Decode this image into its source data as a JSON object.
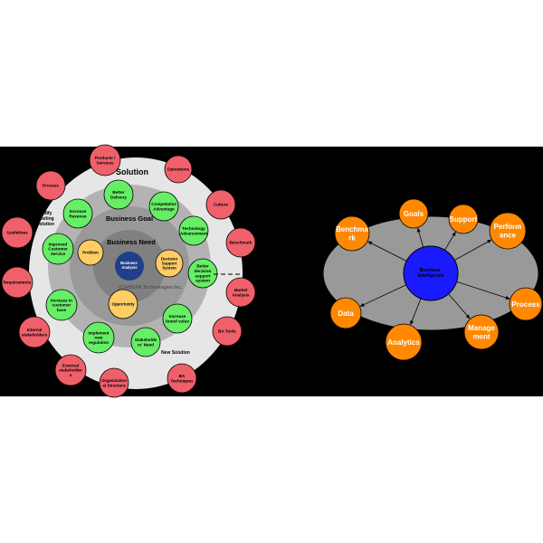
{
  "left": {
    "ring_titles": {
      "solution": "Solution",
      "business_goal": "Business Goal",
      "business_need": "Business Need",
      "new_solution": "New Solution",
      "modify": [
        "Modify",
        "Exisiting",
        "Solution"
      ]
    },
    "core": [
      "Business",
      "Analysis"
    ],
    "watermark": "(C)ANSAN Technologies Inc.",
    "inner_nodes": [
      {
        "lines": [
          "Problem"
        ]
      },
      {
        "lines": [
          "Decision",
          "Support",
          "System"
        ]
      },
      {
        "lines": [
          "Opportunity"
        ]
      }
    ],
    "green_nodes": [
      {
        "lines": [
          "Better",
          "Delivery"
        ]
      },
      {
        "lines": [
          "Competative",
          "Advantage"
        ]
      },
      {
        "lines": [
          "Technology",
          "Advancement"
        ]
      },
      {
        "lines": [
          "Better",
          "decision",
          "support",
          "system"
        ]
      },
      {
        "lines": [
          "Increase",
          "brand value"
        ]
      },
      {
        "lines": [
          "Stakeholde",
          "rs' Need"
        ]
      },
      {
        "lines": [
          "Implement",
          "new",
          "regulation"
        ]
      },
      {
        "lines": [
          "Increase in",
          "customer",
          "base"
        ]
      },
      {
        "lines": [
          "Improved",
          "Customer",
          "Service"
        ]
      },
      {
        "lines": [
          "Increase",
          "Revenue"
        ]
      }
    ],
    "red_nodes": [
      {
        "lines": [
          "Products /",
          "Services"
        ]
      },
      {
        "lines": [
          "Operations"
        ]
      },
      {
        "lines": [
          "Culture"
        ]
      },
      {
        "lines": [
          "Benchmark"
        ]
      },
      {
        "lines": [
          "Market",
          "Analysis"
        ]
      },
      {
        "lines": [
          "BA Tools"
        ]
      },
      {
        "lines": [
          "BA",
          "Techniques"
        ]
      },
      {
        "lines": [
          "Organization",
          "al Structure"
        ]
      },
      {
        "lines": [
          "External",
          "stakeholder",
          "s"
        ]
      },
      {
        "lines": [
          "Internal",
          "stakeholders"
        ]
      },
      {
        "lines": [
          "Requirements"
        ]
      },
      {
        "lines": [
          "Guidelines"
        ]
      },
      {
        "lines": [
          "Process"
        ]
      }
    ]
  },
  "right": {
    "center": [
      "Business",
      "Intelligence"
    ],
    "nodes": [
      {
        "lines": [
          "Benchma",
          "rk"
        ]
      },
      {
        "lines": [
          "Goals"
        ]
      },
      {
        "lines": [
          "Support"
        ]
      },
      {
        "lines": [
          "Perform",
          "ance"
        ]
      },
      {
        "lines": [
          "Process"
        ]
      },
      {
        "lines": [
          "Manage",
          "ment"
        ]
      },
      {
        "lines": [
          "Analytics"
        ]
      },
      {
        "lines": [
          "Data"
        ]
      }
    ]
  },
  "colors": {
    "background": "#000000",
    "outer_ring": "#e6e6e6",
    "mid_ring": "#b3b3b3",
    "inner_ring": "#999999",
    "core_ring": "#808080",
    "core": "#1f3f8a",
    "red_node": "#f0606a",
    "green_node": "#66ee66",
    "inner_node": "#ffcc66",
    "bi_ellipse": "#999999",
    "bi_center": "#1a1aff",
    "orange_node": "#ff8800"
  }
}
